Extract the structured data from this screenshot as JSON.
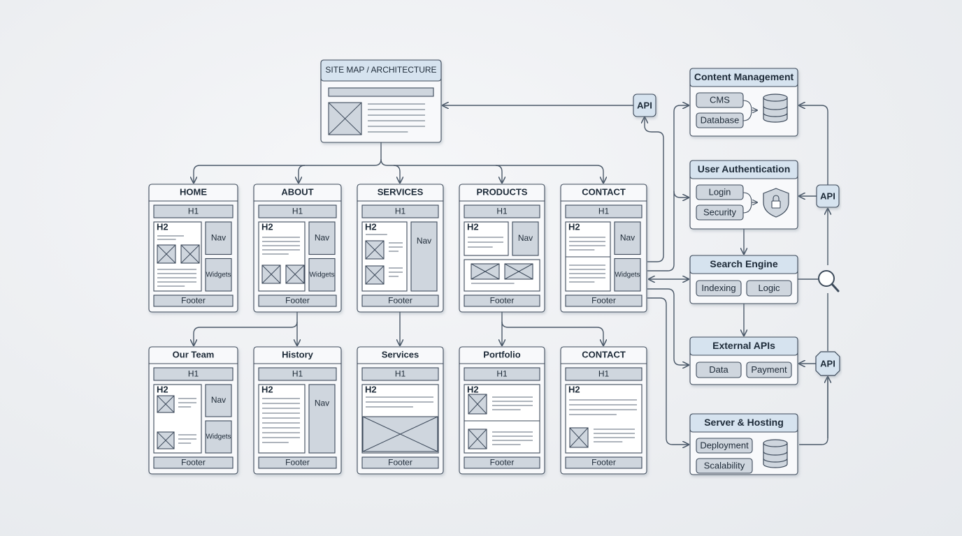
{
  "root": {
    "title": "SITE MAP / ARCHITECTURE"
  },
  "pages": [
    {
      "title": "HOME",
      "h1": "H1",
      "h2": "H2",
      "nav": "Nav",
      "widgets": "Widgets",
      "footer": "Footer"
    },
    {
      "title": "ABOUT",
      "h1": "H1",
      "h2": "H2",
      "nav": "Nav",
      "widgets": "Widgets",
      "footer": "Footer"
    },
    {
      "title": "SERVICES",
      "h1": "H1",
      "h2": "H2",
      "nav": "Nav",
      "footer": "Footer"
    },
    {
      "title": "PRODUCTS",
      "h1": "H1",
      "h2": "H2",
      "nav": "Nav",
      "footer": "Footer"
    },
    {
      "title": "CONTACT",
      "h1": "H1",
      "h2": "H2",
      "nav": "Nav",
      "widgets": "Widgets",
      "footer": "Footer"
    }
  ],
  "subpages": [
    {
      "title": "Our Team",
      "h1": "H1",
      "h2": "H2",
      "nav": "Nav",
      "widgets": "Widgets",
      "footer": "Footer"
    },
    {
      "title": "History",
      "h1": "H1",
      "h2": "H2",
      "nav": "Nav",
      "footer": "Footer"
    },
    {
      "title": "Services",
      "h1": "H1",
      "h2": "H2",
      "footer": "Footer"
    },
    {
      "title": "Portfolio",
      "h1": "H1",
      "h2": "H2",
      "footer": "Footer"
    },
    {
      "title": "CONTACT",
      "h1": "H1",
      "h2": "H2",
      "footer": "Footer"
    }
  ],
  "services": [
    {
      "title": "Content Management",
      "items": [
        "CMS",
        "Database"
      ]
    },
    {
      "title": "User Authentication",
      "items": [
        "Login",
        "Security"
      ]
    },
    {
      "title": "Search Engine",
      "items": [
        "Indexing",
        "Logic"
      ]
    },
    {
      "title": "External APIs",
      "items": [
        "Data",
        "Payment"
      ]
    },
    {
      "title": "Server & Hosting",
      "items": [
        "Deployment",
        "Scalability"
      ]
    }
  ],
  "api_badges": [
    "API",
    "API",
    "API"
  ],
  "icons": {
    "database": "database-icon",
    "shield": "shield-lock-icon",
    "search": "magnifier-icon",
    "image": "image-placeholder-icon"
  },
  "colors": {
    "header_fill": "#d6e3ef",
    "stroke": "#3c4a5a",
    "block_fill": "#cfd6de",
    "card_fill": "#f8f9fb",
    "line": "#4a5868"
  }
}
